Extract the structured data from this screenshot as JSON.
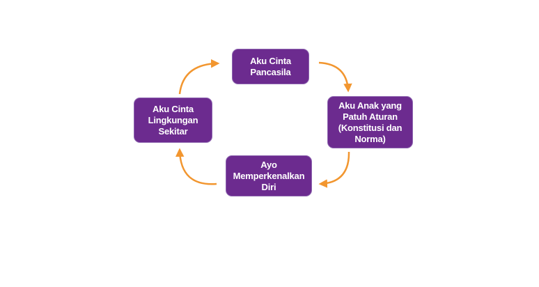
{
  "diagram": {
    "accent_color": "#f2962f",
    "node_color": "#6c2b8f",
    "nodes": [
      {
        "id": "top",
        "label": "Aku Cinta\nPancasila"
      },
      {
        "id": "right",
        "label": "Aku Anak yang\nPatuh Aturan\n(Konstitusi dan\nNorma)"
      },
      {
        "id": "bottom",
        "label": "Ayo\nMemperkenalkan\nDiri"
      },
      {
        "id": "left",
        "label": "Aku Cinta\nLingkungan\nSekitar"
      }
    ],
    "flow": [
      "top",
      "right",
      "bottom",
      "left",
      "top"
    ]
  }
}
